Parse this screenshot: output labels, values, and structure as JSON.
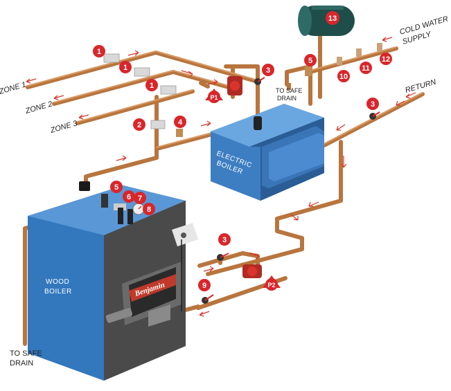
{
  "zones": [
    "ZONE 1",
    "ZONE 2",
    "ZONE 3"
  ],
  "labels": {
    "cold_water_supply_1": "COLD WATER",
    "cold_water_supply_2": "SUPPLY",
    "return": "RETURN",
    "safe_drain_top_1": "TO SAFE",
    "safe_drain_top_2": "DRAIN",
    "safe_drain_bottom_1": "TO SAFE",
    "safe_drain_bottom_2": "DRAIN",
    "electric_boiler_1": "ELECTRIC",
    "electric_boiler_2": "BOILER",
    "wood_boiler_1": "WOOD",
    "wood_boiler_2": "BOILER",
    "brand": "Benjamin"
  },
  "markers": {
    "zone_valve_1": "1",
    "zone_valve_2": "1",
    "zone_valve_3": "1",
    "valve_2": "2",
    "ball_valve_top": "3",
    "ball_valve_return": "3",
    "ball_valve_loop": "3",
    "fitting_4": "4",
    "relief_top": "5",
    "relief_wood": "5",
    "fitting_6": "6",
    "fitting_7": "7",
    "gauge_8": "8",
    "drain_valve_9": "9",
    "cw_10": "10",
    "cw_11": "11",
    "cw_12": "12",
    "tank_13": "13",
    "pump_p1": "P1",
    "pump_p2": "P2"
  },
  "colors": {
    "pipe": "#b8753e",
    "marker": "#d9262b",
    "boiler_blue": "#3d7ec2",
    "boiler_side": "#2a5d96",
    "wood_front": "#4a4a4a",
    "tank": "#1f4d4a"
  }
}
